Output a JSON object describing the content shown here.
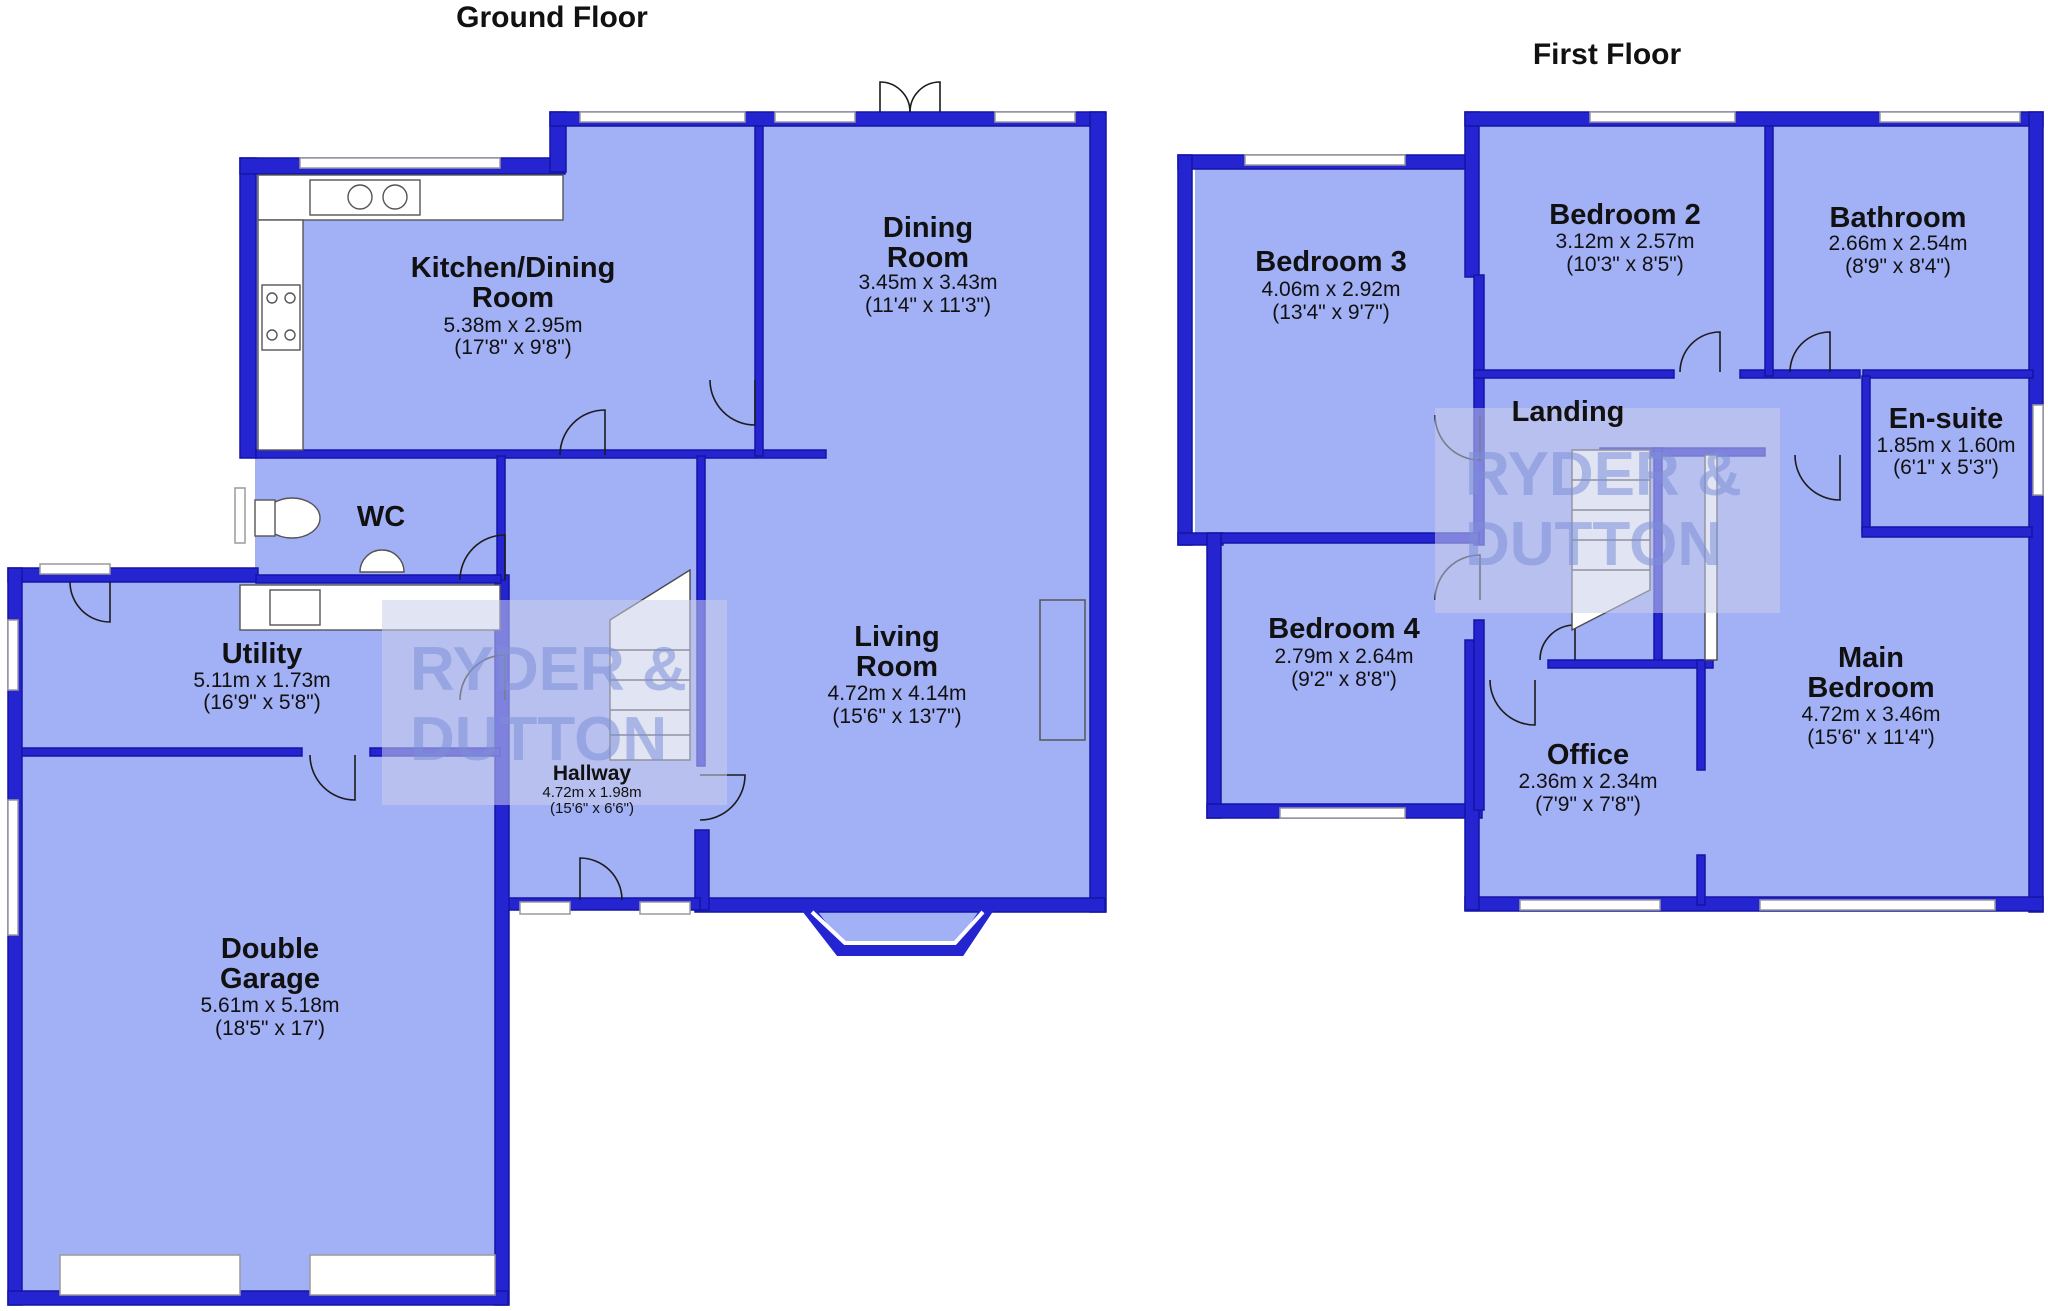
{
  "floors": [
    {
      "title": "Ground Floor",
      "rooms": [
        {
          "name": "Kitchen/Dining",
          "name2": "Room",
          "metric": "5.38m x 2.95m",
          "imperial": "(17'8\" x 9'8\")"
        },
        {
          "name": "Dining",
          "name2": "Room",
          "metric": "3.45m x 3.43m",
          "imperial": "(11'4\" x 11'3\")"
        },
        {
          "name": "WC",
          "name2": "",
          "metric": "",
          "imperial": ""
        },
        {
          "name": "Utility",
          "name2": "",
          "metric": "5.11m x 1.73m",
          "imperial": "(16'9\" x 5'8\")"
        },
        {
          "name": "Living",
          "name2": "Room",
          "metric": "4.72m x 4.14m",
          "imperial": "(15'6\" x 13'7\")"
        },
        {
          "name": "Hallway",
          "name2": "",
          "metric": "4.72m x 1.98m",
          "imperial": "(15'6\" x 6'6\")"
        },
        {
          "name": "Double",
          "name2": "Garage",
          "metric": "5.61m x 5.18m",
          "imperial": "(18'5\" x 17')"
        }
      ]
    },
    {
      "title": "First Floor",
      "rooms": [
        {
          "name": "Bedroom 3",
          "name2": "",
          "metric": "4.06m x 2.92m",
          "imperial": "(13'4\" x 9'7\")"
        },
        {
          "name": "Bedroom 2",
          "name2": "",
          "metric": "3.12m x 2.57m",
          "imperial": "(10'3\" x 8'5\")"
        },
        {
          "name": "Bathroom",
          "name2": "",
          "metric": "2.66m x 2.54m",
          "imperial": "(8'9\" x 8'4\")"
        },
        {
          "name": "Landing",
          "name2": "",
          "metric": "",
          "imperial": ""
        },
        {
          "name": "En-suite",
          "name2": "",
          "metric": "1.85m x 1.60m",
          "imperial": "(6'1\" x 5'3\")"
        },
        {
          "name": "Bedroom 4",
          "name2": "",
          "metric": "2.79m x 2.64m",
          "imperial": "(9'2\" x 8'8\")"
        },
        {
          "name": "Main",
          "name2": "Bedroom",
          "metric": "4.72m x 3.46m",
          "imperial": "(15'6\" x 11'4\")"
        },
        {
          "name": "Office",
          "name2": "",
          "metric": "2.36m x 2.34m",
          "imperial": "(7'9\" x 7'8\")"
        }
      ]
    }
  ],
  "watermark": {
    "line1": "RYDER &",
    "line2": "DUTTON"
  },
  "colors": {
    "room_fill": "#a2b0f6",
    "wall": "#2424d0",
    "window": "#ffffff"
  }
}
